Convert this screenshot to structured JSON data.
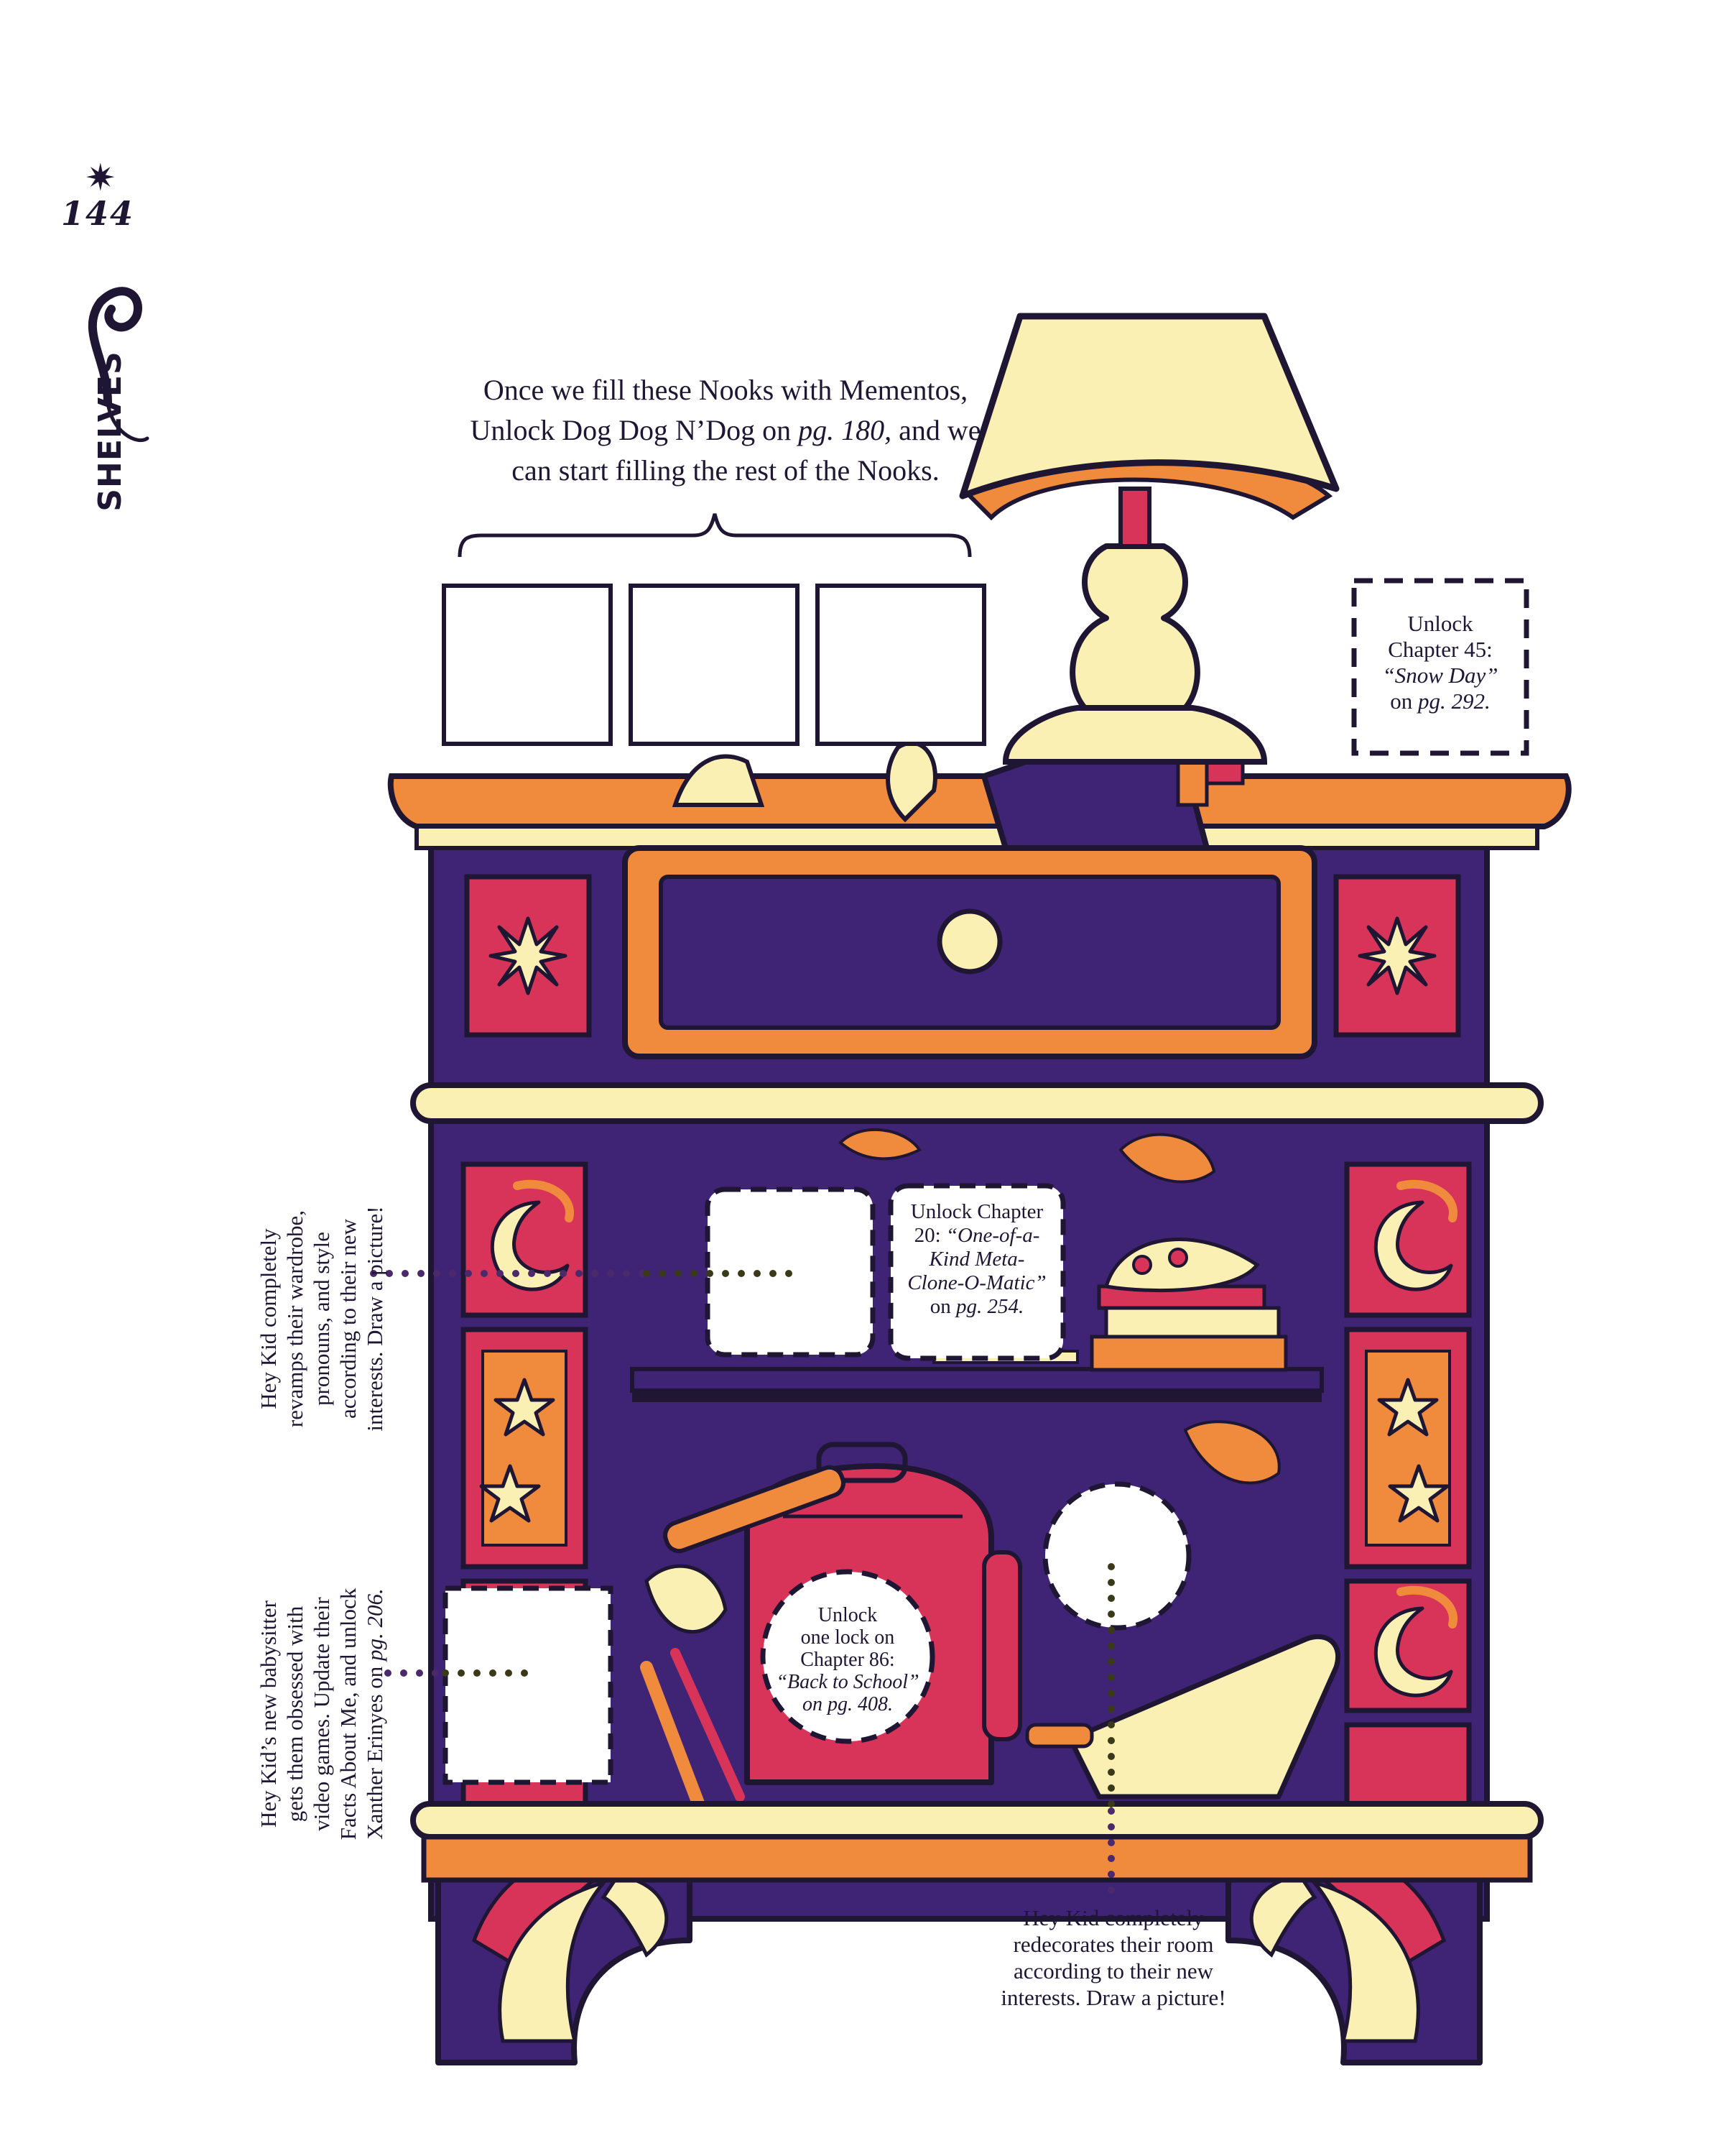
{
  "folio": {
    "page_number": "144",
    "star": "✷",
    "section": "SHELVES"
  },
  "top_note": {
    "line1": "Once we fill these Nooks with Mementos,",
    "line2_a": "Unlock Dog Dog N’Dog on ",
    "line2_ref": "pg. 180,",
    "line2_b": " and we",
    "line3": "can start filling the rest of the Nooks."
  },
  "nooks": {
    "snow_day": {
      "l1": "Unlock",
      "l2": "Chapter 45:",
      "title": "“Snow Day”",
      "l4_a": "on ",
      "l4_ref": "pg. 292."
    },
    "clone": {
      "l1": "Unlock Chapter",
      "l2_a": "20: ",
      "l2_title": "“One-of-a-",
      "l3": "Kind Meta-",
      "l4": "Clone-O-Matic”",
      "l5_a": "on ",
      "l5_ref": "pg. 254."
    },
    "school": {
      "l1": "Unlock",
      "l2": "one lock on",
      "l3": "Chapter 86:",
      "title": "“Back to School”",
      "ref": "on pg. 408."
    }
  },
  "side_notes": {
    "wardrobe": {
      "l1": "Hey Kid completely",
      "l2": "revamps their wardrobe,",
      "l3": "pronouns, and style",
      "l4": "according to their new",
      "l5": "interests. Draw a picture!"
    },
    "babysitter": {
      "l1": "Hey Kid’s new babysitter",
      "l2": "gets them obsessed with",
      "l3": "video games. Update their",
      "l4": "Facts About Me, and unlock",
      "l5_a": "Xanther Erinyes on ",
      "l5_ref": "pg. 206."
    },
    "room": {
      "l1": "Hey Kid completely",
      "l2": "redecorates their room",
      "l3": "according to their new",
      "l4": "interests. Draw a picture!"
    }
  },
  "colors": {
    "ink": "#1e1633",
    "purple": "#3f2475",
    "orange": "#f08a3c",
    "cream": "#fbf0b4",
    "red": "#d8345a",
    "dot_purple": "#4a2a6a",
    "dot_olive": "#3a3a1a"
  },
  "icons": {
    "folio_flourish": "ornament-flourish-icon",
    "compass_star": "eight-point-star-icon",
    "moon": "crescent-moon-icon"
  }
}
